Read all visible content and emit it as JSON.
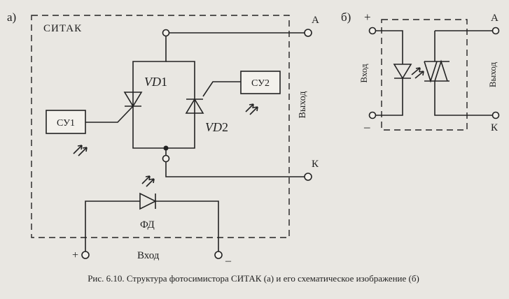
{
  "figure_a": {
    "panel_label": "а)",
    "block_title": "СИТАК",
    "thyristor_label": "VD",
    "thyristor_index": "1",
    "diode_label": "VD",
    "diode_index": "2",
    "control_unit_1": "СУ1",
    "control_unit_2": "СУ2",
    "photodiode_label": "ФД",
    "terminal_anode": "А",
    "terminal_cathode": "К",
    "output_label": "Выход",
    "input_label": "Вход",
    "plus_sign": "+",
    "minus_sign": "–"
  },
  "figure_b": {
    "panel_label": "б)",
    "plus_sign": "+",
    "minus_sign": "–",
    "input_label": "Вход",
    "output_label": "Выход",
    "terminal_anode": "А",
    "terminal_cathode": "К"
  },
  "caption": "Рис. 6.10. Структура фотосимистора СИТАК (а) и его схематическое изображение (б)"
}
